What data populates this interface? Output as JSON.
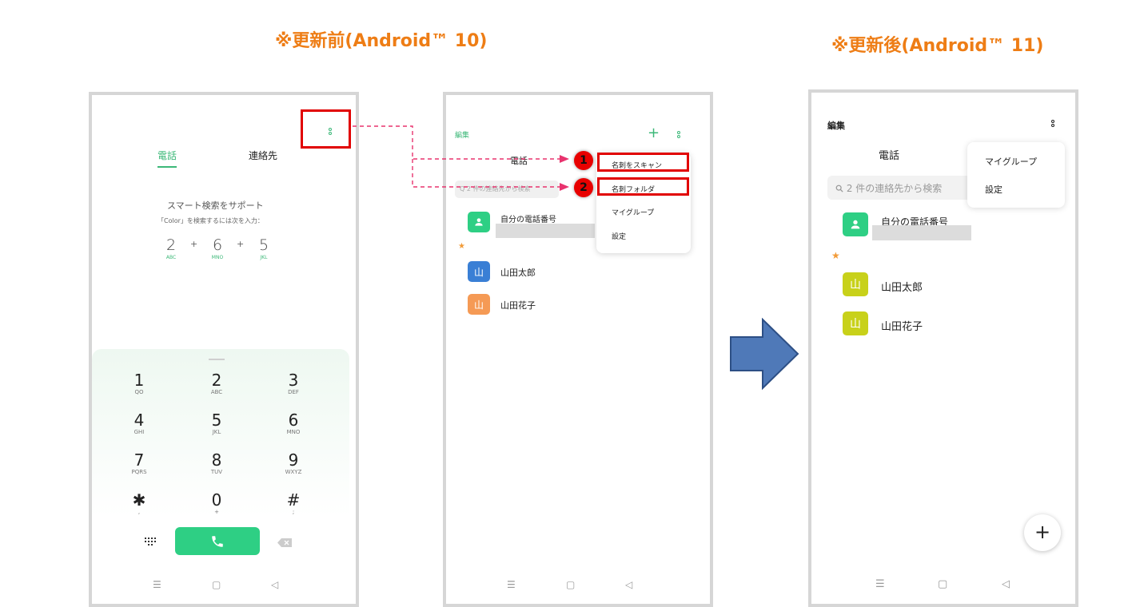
{
  "headings": {
    "before": "※更新前(Android™ 10)",
    "after": "※更新後(Android™ 11)"
  },
  "phone1": {
    "tabs": [
      "電話",
      "連絡先"
    ],
    "smart_search": "スマート検索をサポート",
    "smart_hint": "「Color」を検索するには次を入力：",
    "example": [
      {
        "d": "2",
        "l": "ABC"
      },
      {
        "d": "6",
        "l": "MNO"
      },
      {
        "d": "5",
        "l": "JKL"
      }
    ],
    "example_plus": "+",
    "keys": [
      {
        "d": "1",
        "l": "QO"
      },
      {
        "d": "2",
        "l": "ABC"
      },
      {
        "d": "3",
        "l": "DEF"
      },
      {
        "d": "4",
        "l": "GHI"
      },
      {
        "d": "5",
        "l": "JKL"
      },
      {
        "d": "6",
        "l": "MNO"
      },
      {
        "d": "7",
        "l": "PQRS"
      },
      {
        "d": "8",
        "l": "TUV"
      },
      {
        "d": "9",
        "l": "WXYZ"
      },
      {
        "d": "✱",
        "l": ","
      },
      {
        "d": "0",
        "l": "+"
      },
      {
        "d": "#",
        "l": ";"
      }
    ],
    "nav": [
      "☰",
      "▢",
      "◁"
    ]
  },
  "phone2": {
    "edit": "編集",
    "plus": "+",
    "tab": "電話",
    "search_placeholder": "Q 2 件の連絡先から検索",
    "menu": [
      "名刺をスキャン",
      "名刺フォルダ",
      "マイグループ",
      "設定"
    ],
    "badges": [
      "1",
      "2"
    ],
    "my_number": "自分の電話番号",
    "star": "★",
    "contacts": [
      {
        "avatar": "山",
        "name": "山田太郎",
        "color": "#3a7fd5"
      },
      {
        "avatar": "山",
        "name": "山田花子",
        "color": "#f59a55"
      }
    ],
    "nav": [
      "☰",
      "▢",
      "◁"
    ]
  },
  "phone3": {
    "edit": "編集",
    "tab": "電話",
    "search_placeholder": "2 件の連絡先から検索",
    "menu": [
      "マイグループ",
      "設定"
    ],
    "my_number": "自分の電話番号",
    "star": "★",
    "contacts": [
      {
        "avatar": "山",
        "name": "山田太郎",
        "color": "#c8d11a"
      },
      {
        "avatar": "山",
        "name": "山田花子",
        "color": "#c8d11a"
      }
    ],
    "fab": "+",
    "nav": [
      "☰",
      "▢",
      "◁"
    ]
  },
  "colors": {
    "accent_green": "#3cb878",
    "call_green": "#2ecf84",
    "heading_orange": "#ee7d15",
    "highlight_red": "#e10000",
    "arrow_blue": "#4f79b8",
    "dash_pink": "#e8336e"
  },
  "icons": {
    "menu": "more-vert-icon",
    "call": "phone-icon",
    "dialpad": "dialpad-icon",
    "backspace": "backspace-icon",
    "search": "search-icon",
    "person": "person-icon",
    "arrow": "right-arrow-icon"
  }
}
